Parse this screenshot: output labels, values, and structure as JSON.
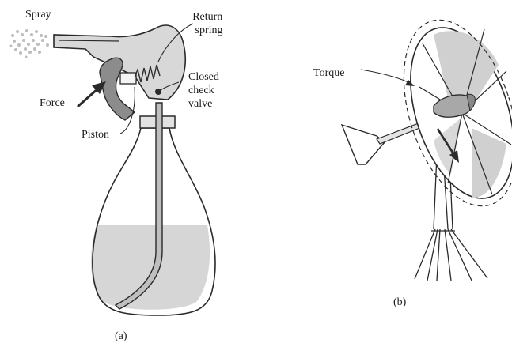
{
  "figure_a": {
    "labels": {
      "spray": "Spray",
      "return_spring": [
        "Return",
        "spring"
      ],
      "closed_check_valve": [
        "Closed",
        "check",
        "valve"
      ],
      "force": "Force",
      "piston": "Piston"
    },
    "caption": "(a)"
  },
  "figure_b": {
    "labels": {
      "torque": "Torque"
    },
    "caption": "(b)"
  },
  "colors": {
    "line": "#2a2a2a",
    "shade": "#c8c8c8",
    "liquid": "#d6d6d6",
    "paper": "#ffffff"
  }
}
